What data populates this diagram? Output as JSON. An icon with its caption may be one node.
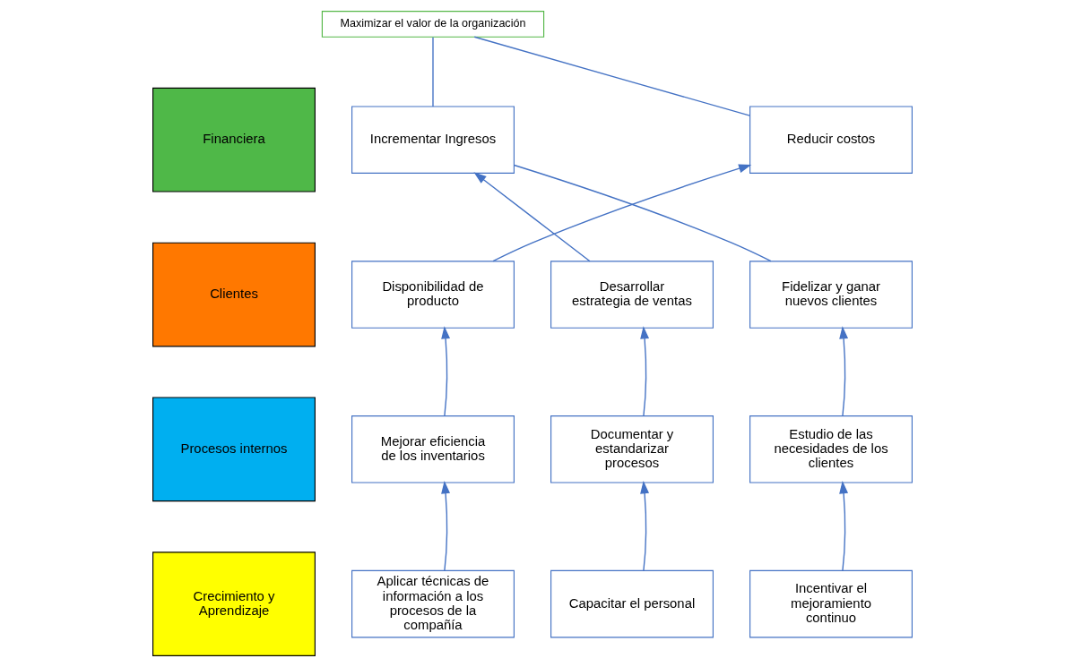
{
  "diagram": {
    "nodes": [
      {
        "text": [
          "Financiera"
        ]
      },
      {
        "text": [
          "Maximizar el valor de la organización"
        ]
      },
      {
        "text": [
          "Incrementar Ingresos"
        ]
      },
      {
        "text": [
          "Reducir costos"
        ]
      },
      {
        "text": [
          "Clientes"
        ]
      },
      {
        "text": [
          "Desarrollar estrategia de ventas"
        ]
      },
      {
        "text": [
          "Disponibilidad de producto"
        ]
      },
      {
        "text": [
          "Fidelizar y ganar nuevos clientes"
        ]
      },
      {
        "text": [
          "Procesos internos"
        ]
      },
      {
        "text": [
          "Documentar y estandarizar procesos"
        ]
      },
      {
        "text": [
          "Mejorar eficiencia de los inventarios"
        ]
      },
      {
        "text": [
          "Estudio de las necesidades de los clientes"
        ]
      },
      {
        "text": [
          "Crecimiento y Aprendizaje"
        ]
      },
      {
        "text": [
          "Capacitar el personal"
        ]
      },
      {
        "text": [
          "Aplicar técnicas de información a los procesos de la compañía"
        ]
      },
      {
        "text": [
          "Incentivar el mejoramiento continuo"
        ]
      }
    ],
    "edges": [
      {
        "from": 1,
        "to": 2,
        "arrow": "none"
      },
      {
        "from": 1,
        "to": 3,
        "arrow": "none"
      },
      {
        "from": 5,
        "to": 2,
        "arrow": "to"
      },
      {
        "from": 6,
        "to": 3,
        "arrow": "to"
      },
      {
        "from": 7,
        "to": 2,
        "arrow": "none"
      },
      {
        "from": 9,
        "to": 5,
        "arrow": "to"
      },
      {
        "from": 10,
        "to": 6,
        "arrow": "to"
      },
      {
        "from": 11,
        "to": 7,
        "arrow": "to"
      },
      {
        "from": 13,
        "to": 9,
        "arrow": "to"
      },
      {
        "from": 14,
        "to": 10,
        "arrow": "to"
      },
      {
        "from": 15,
        "to": 11,
        "arrow": "to"
      }
    ]
  }
}
